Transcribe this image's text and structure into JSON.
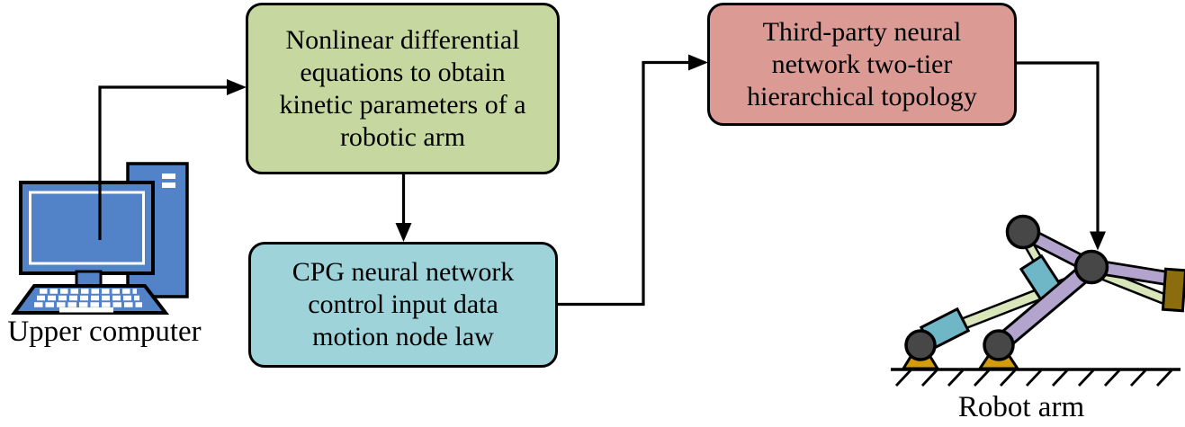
{
  "diagram": {
    "boxes": [
      {
        "name": "nonlinear-differential-equations",
        "lines": [
          "Nonlinear differential",
          "equations to obtain",
          "kinetic parameters of a",
          "robotic arm"
        ],
        "fill": "#c6d8a0"
      },
      {
        "name": "cpg-neural-network-control",
        "lines": [
          "CPG neural network",
          "control input data",
          "motion node law"
        ],
        "fill": "#9ed3da"
      },
      {
        "name": "third-party-neural-network-topology",
        "lines": [
          "Third-party neural",
          "network two-tier",
          "hierarchical topology"
        ],
        "fill": "#dc9a94"
      }
    ],
    "labels": {
      "upper_computer": "Upper computer",
      "robot_arm": "Robot arm"
    },
    "colors": {
      "connector_black": "#000000",
      "computer_blue": "#5282c8",
      "link_purple": "#b2a4cc",
      "link_green": "#d8e6ba",
      "actuator_teal": "#6fb7c6",
      "base_orange": "#d49c0c",
      "joint_grey": "#474747",
      "end_effector_brown": "#8c6d0e"
    }
  }
}
